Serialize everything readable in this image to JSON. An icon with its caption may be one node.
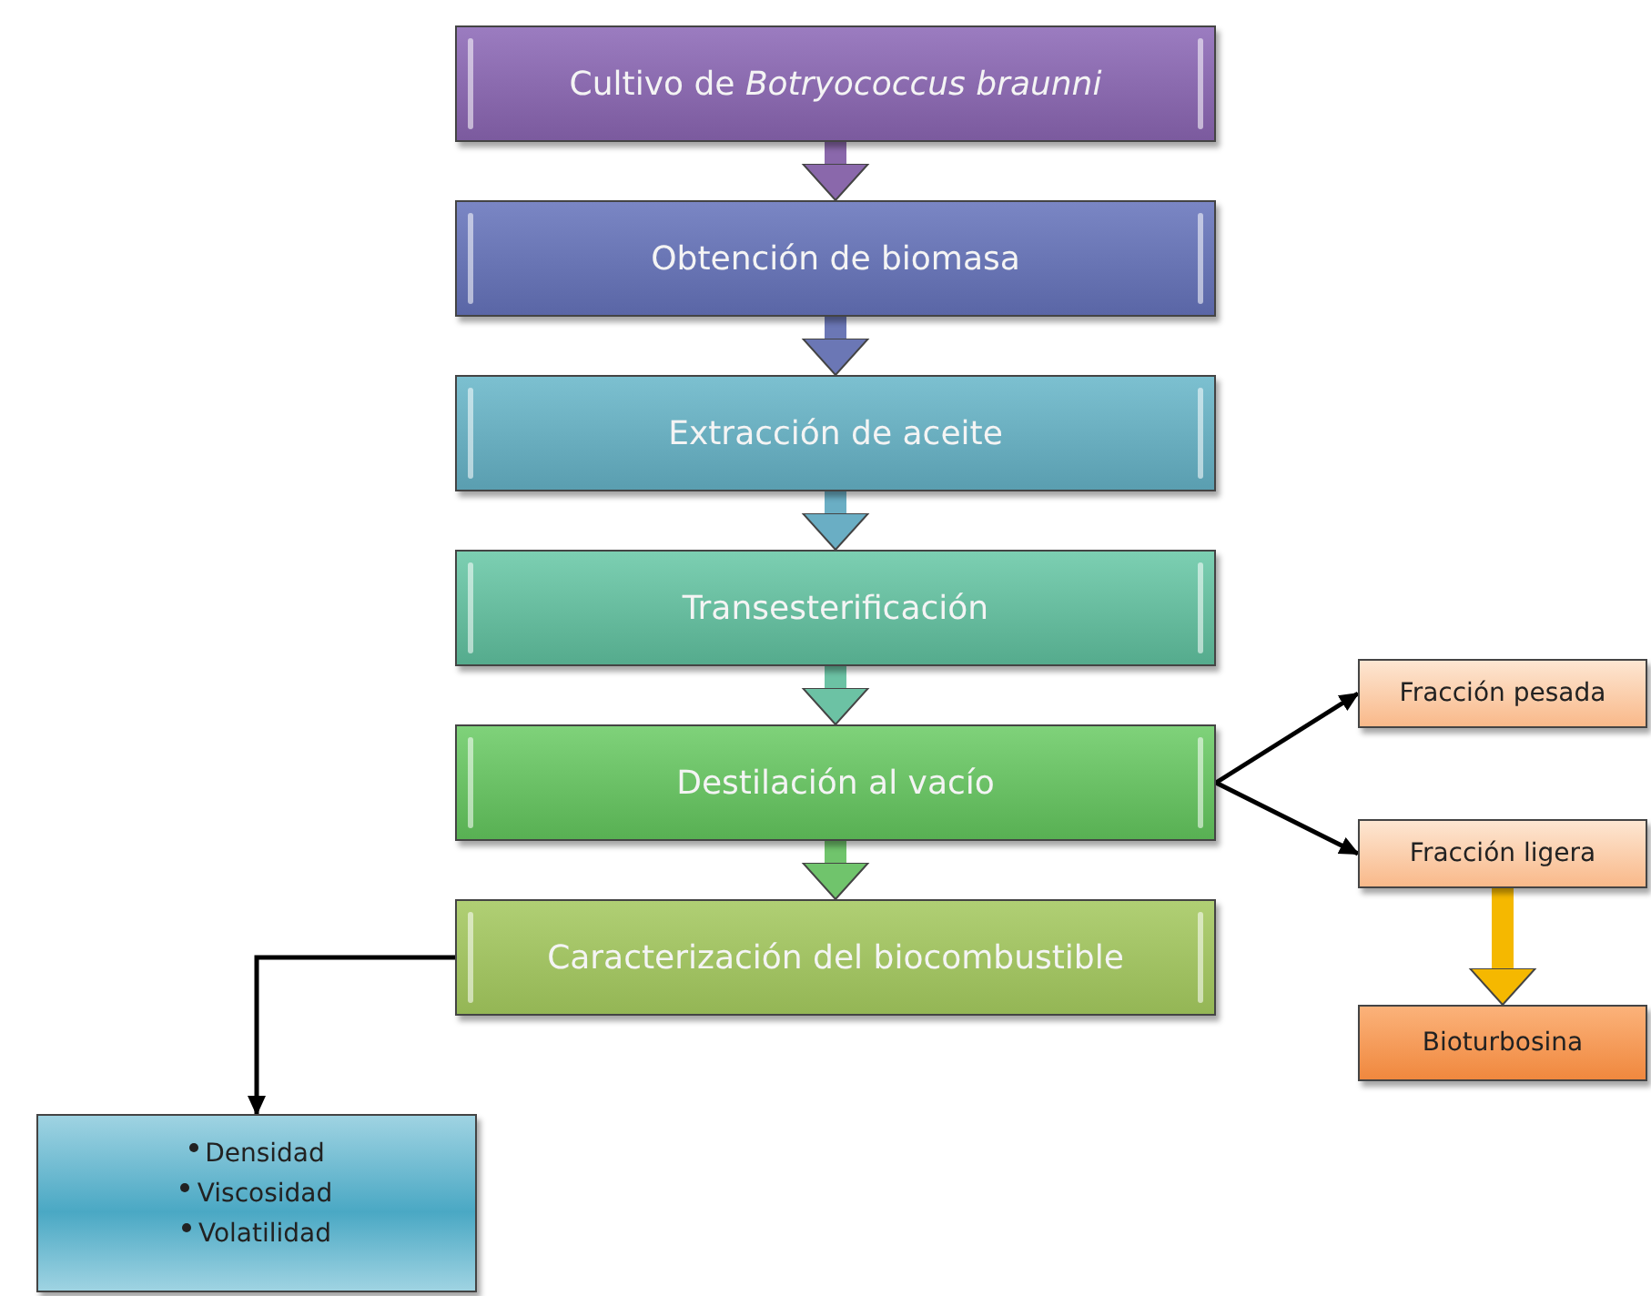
{
  "diagram": {
    "nodes": [
      {
        "text": [
          "Cultivo de *Botryococcus braunni*"
        ]
      },
      {
        "text": [
          "Obtención de biomasa"
        ]
      },
      {
        "text": [
          "Extracción de aceite"
        ]
      },
      {
        "text": [
          "Transesterificación"
        ]
      },
      {
        "text": [
          "Destilación al vacío"
        ]
      },
      {
        "text": [
          "Caracterización del biocombustible"
        ]
      },
      {
        "text": [
          "Fracción pesada"
        ]
      },
      {
        "text": [
          "Fracción ligera"
        ]
      },
      {
        "text": [
          "Bioturbosina"
        ]
      },
      {
        "text": [
          "Densidad",
          "Viscosidad",
          "Volatilidad"
        ]
      }
    ],
    "edges": [
      {
        "from": 0,
        "to": 1,
        "arrow": "to",
        "color": "#8a68ab"
      },
      {
        "from": 1,
        "to": 2,
        "arrow": "to",
        "color": "#6b77b5"
      },
      {
        "from": 2,
        "to": 3,
        "arrow": "to",
        "color": "#6aaec4"
      },
      {
        "from": 3,
        "to": 4,
        "arrow": "to",
        "color": "#6cc2a4"
      },
      {
        "from": 4,
        "to": 5,
        "arrow": "to",
        "color": "#70c46c"
      },
      {
        "from": 4,
        "to": 6,
        "arrow": "to"
      },
      {
        "from": 4,
        "to": 7,
        "arrow": "to"
      },
      {
        "from": 7,
        "to": 8,
        "arrow": "to",
        "color": "#f5b800"
      },
      {
        "from": 5,
        "to": 9,
        "arrow": "to"
      }
    ]
  }
}
